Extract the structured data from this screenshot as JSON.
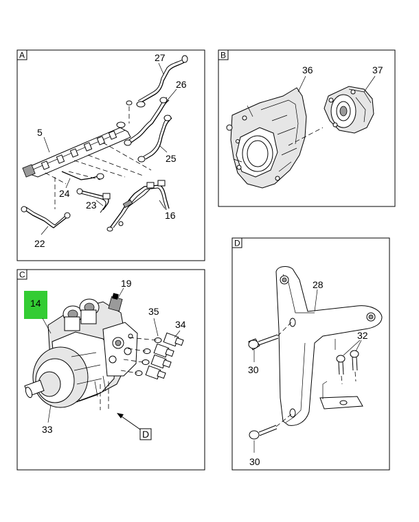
{
  "panels": {
    "A": {
      "letter": "A"
    },
    "B": {
      "letter": "B"
    },
    "C": {
      "letter": "C"
    },
    "D": {
      "letter": "D"
    }
  },
  "callouts": {
    "c27": "27",
    "c26": "26",
    "c5": "5",
    "c25": "25",
    "c24": "24",
    "c23": "23",
    "c16": "16",
    "c22": "22",
    "c36": "36",
    "c37": "37",
    "c14": "14",
    "c19": "19",
    "c35": "35",
    "c34": "34",
    "c33": "33",
    "c28": "28",
    "c32": "32",
    "c30a": "30",
    "c30b": "30"
  },
  "view_reference": {
    "label": "D"
  },
  "highlight": {
    "part": "14",
    "color": "#33cc33"
  }
}
